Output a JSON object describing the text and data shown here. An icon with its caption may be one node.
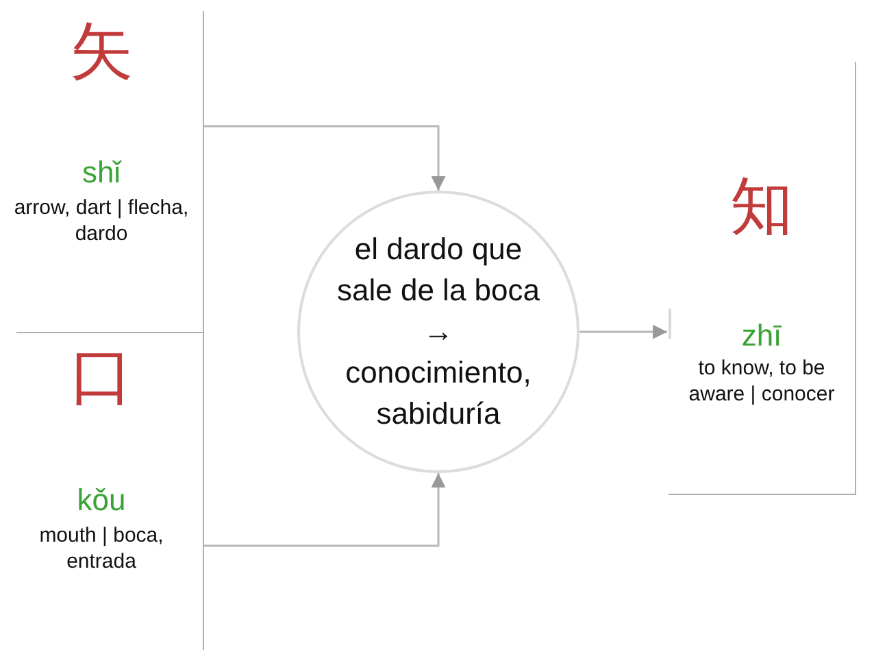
{
  "diagram": {
    "nodes": [
      {
        "text": [
          "矢",
          "shǐ",
          "arrow, dart | flecha, dardo"
        ]
      },
      {
        "text": [
          "口",
          "kǒu",
          "mouth | boca, entrada"
        ]
      },
      {
        "text": [
          "el dardo que sale de la boca → conocimiento, sabiduría"
        ]
      },
      {
        "text": [
          "知",
          "zhī",
          "to know, to be aware | conocer"
        ]
      }
    ],
    "edges": [
      {
        "from": 0,
        "to": 2,
        "arrow": "to"
      },
      {
        "from": 1,
        "to": 2,
        "arrow": "to"
      },
      {
        "from": 2,
        "to": 3,
        "arrow": "to"
      }
    ]
  }
}
